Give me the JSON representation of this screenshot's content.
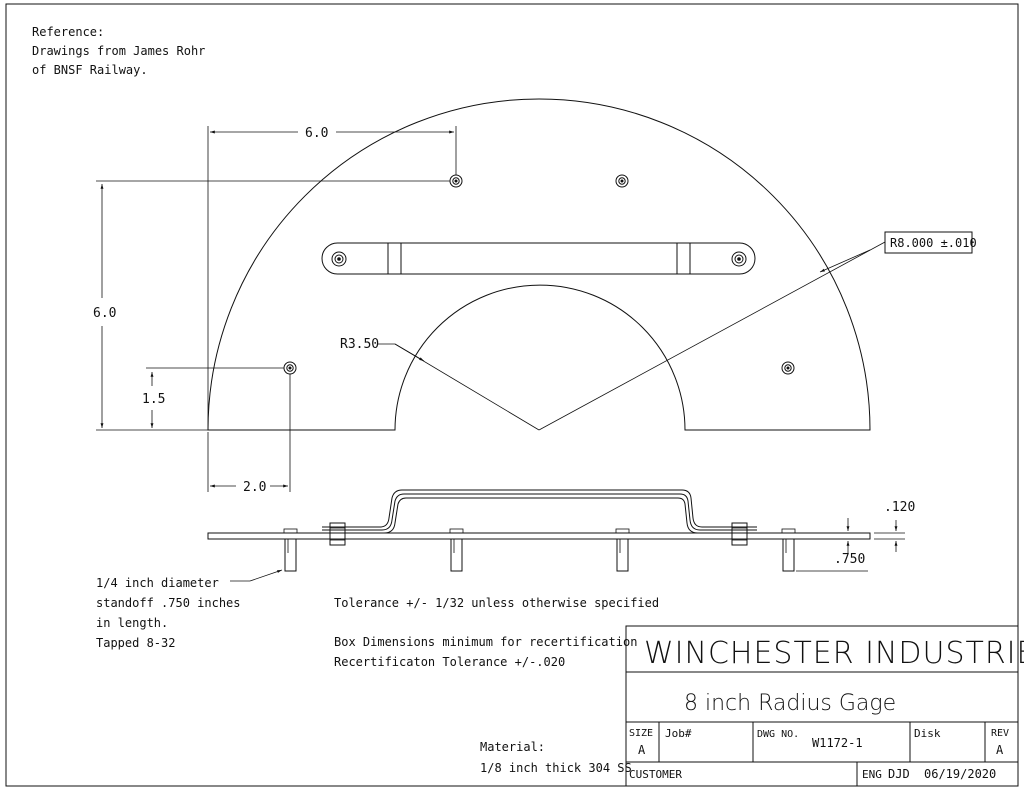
{
  "reference": {
    "line1": "Reference:",
    "line2": "Drawings from James Rohr",
    "line3": "of BNSF Railway."
  },
  "dimensions": {
    "horizontal_top": "6.0",
    "vertical_left": "6.0",
    "vertical_small": "1.5",
    "horizontal_bottom": "2.0",
    "inner_radius": "R3.50",
    "outer_radius": "R8.000 ±.010",
    "thickness": ".120",
    "standoff": ".750"
  },
  "notes": {
    "standoff_line1": "1/4 inch diameter",
    "standoff_line2": "standoff .750 inches",
    "standoff_line3": "in length.",
    "standoff_line4": "Tapped 8-32",
    "tolerance": "Tolerance +/- 1/32 unless otherwise specified",
    "box_line1": "Box Dimensions minimum for recertification",
    "box_line2": "Recertificaton Tolerance +/-.020",
    "material_label": "Material:",
    "material_value": "1/8 inch thick 304 SS"
  },
  "title_block": {
    "company": "WINCHESTER INDUSTRIES INC.",
    "title": "8 inch Radius Gage",
    "size_label": "SIZE",
    "size_value": "A",
    "job_label": "Job#",
    "dwg_label": "DWG NO.",
    "dwg_value": "W1172-1",
    "disk_label": "Disk",
    "rev_label": "REV",
    "rev_value": "A",
    "customer_label": "CUSTOMER",
    "eng_label": "ENG",
    "eng_value": "DJD",
    "date": "06/19/2020"
  }
}
